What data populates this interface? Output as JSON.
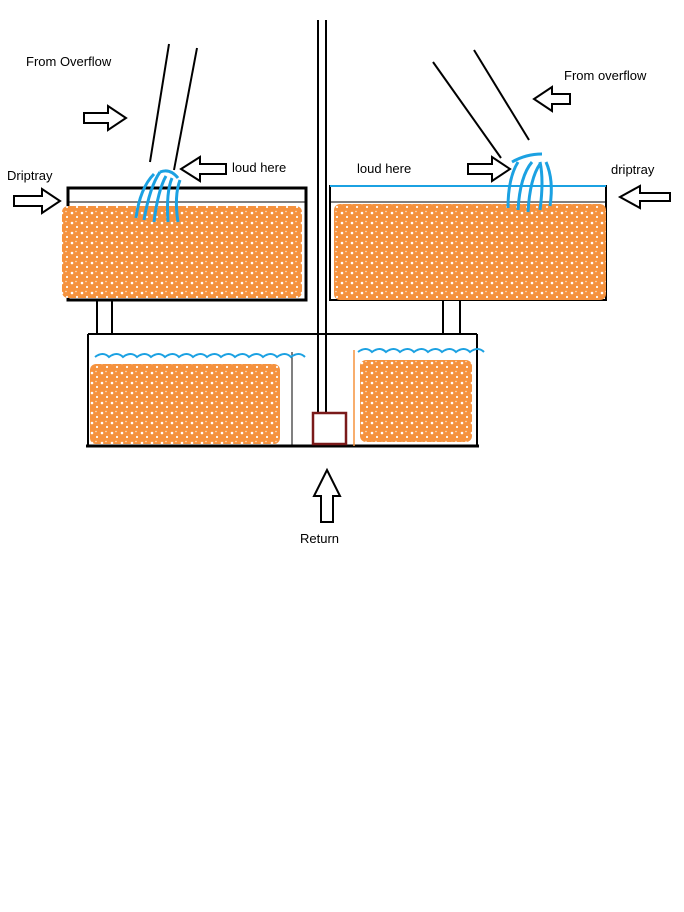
{
  "labels": {
    "from_overflow_left": "From Overflow",
    "from_overflow_right": "From overflow",
    "driptray_left": "Driptray",
    "driptray_right": "driptray",
    "loud_here_left": "loud here",
    "loud_here_right": "loud here",
    "return": "Return"
  },
  "colors": {
    "media": "#f5923e",
    "water": "#1ba1e2",
    "outline": "#000000",
    "pump": "#7a1a1a",
    "background": "#ffffff"
  },
  "icons": [
    "right-arrow-icon",
    "left-arrow-icon",
    "up-arrow-icon",
    "water-splash-icon"
  ]
}
